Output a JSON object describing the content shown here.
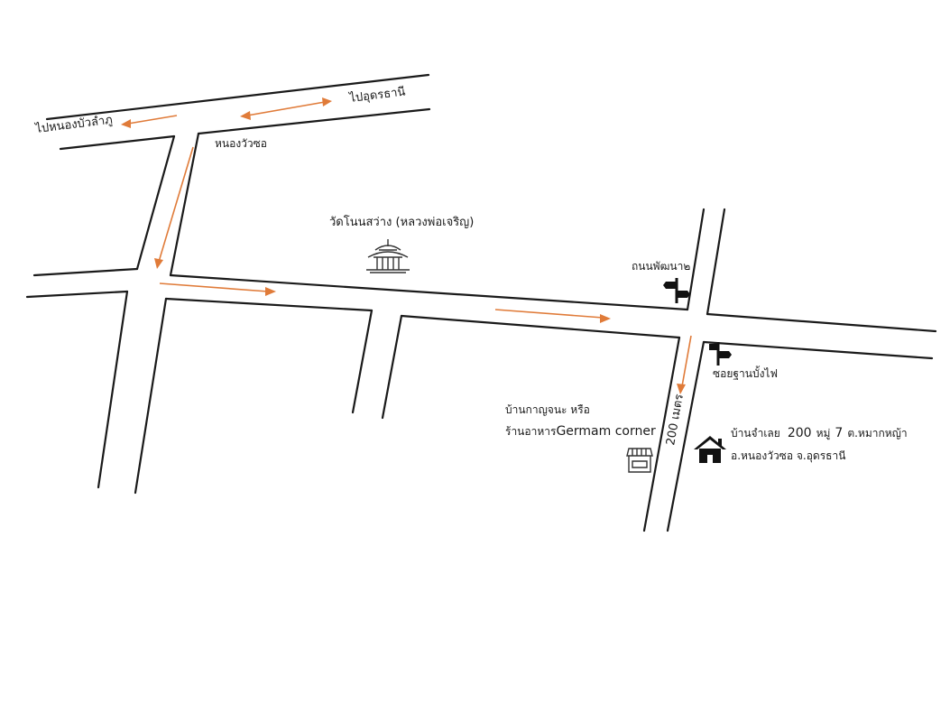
{
  "labels": {
    "to_nong_bua_lamphu": "ไปหนองบัวลำภู",
    "to_udon_thani": "ไปอุดรธานี",
    "nong_wua_so": "หนองวัวซอ",
    "temple": "วัดโนนสว่าง (หลวงพ่อเจริญ)",
    "phatthana_road": "ถนนพัฒนา๒",
    "soi_than_bungfai": "ซอยฐานบั้งไฟ",
    "distance": "200 เมตร",
    "landmark_line1": "บ้านกาญจนะ หรือ",
    "landmark_line2_prefix": "ร้านอาหาร",
    "landmark_line2_name": "Germam corner",
    "address_line1_prefix": "บ้านจำเลย",
    "address_line1_number": "200",
    "address_line1_moo": "หมู่",
    "address_line1_moo_num": "7",
    "address_line1_suffix": "ต.หมากหญ้า",
    "address_line2": "อ.หนองวัวซอ จ.อุดรธานี"
  },
  "icons": {
    "temple": "temple-icon",
    "signpost_1": "signpost-icon",
    "signpost_2": "signpost-icon",
    "shop": "shop-icon",
    "house": "house-icon"
  },
  "colors": {
    "road": "#1a1a1a",
    "arrow": "#e07b39",
    "background": "#ffffff"
  }
}
